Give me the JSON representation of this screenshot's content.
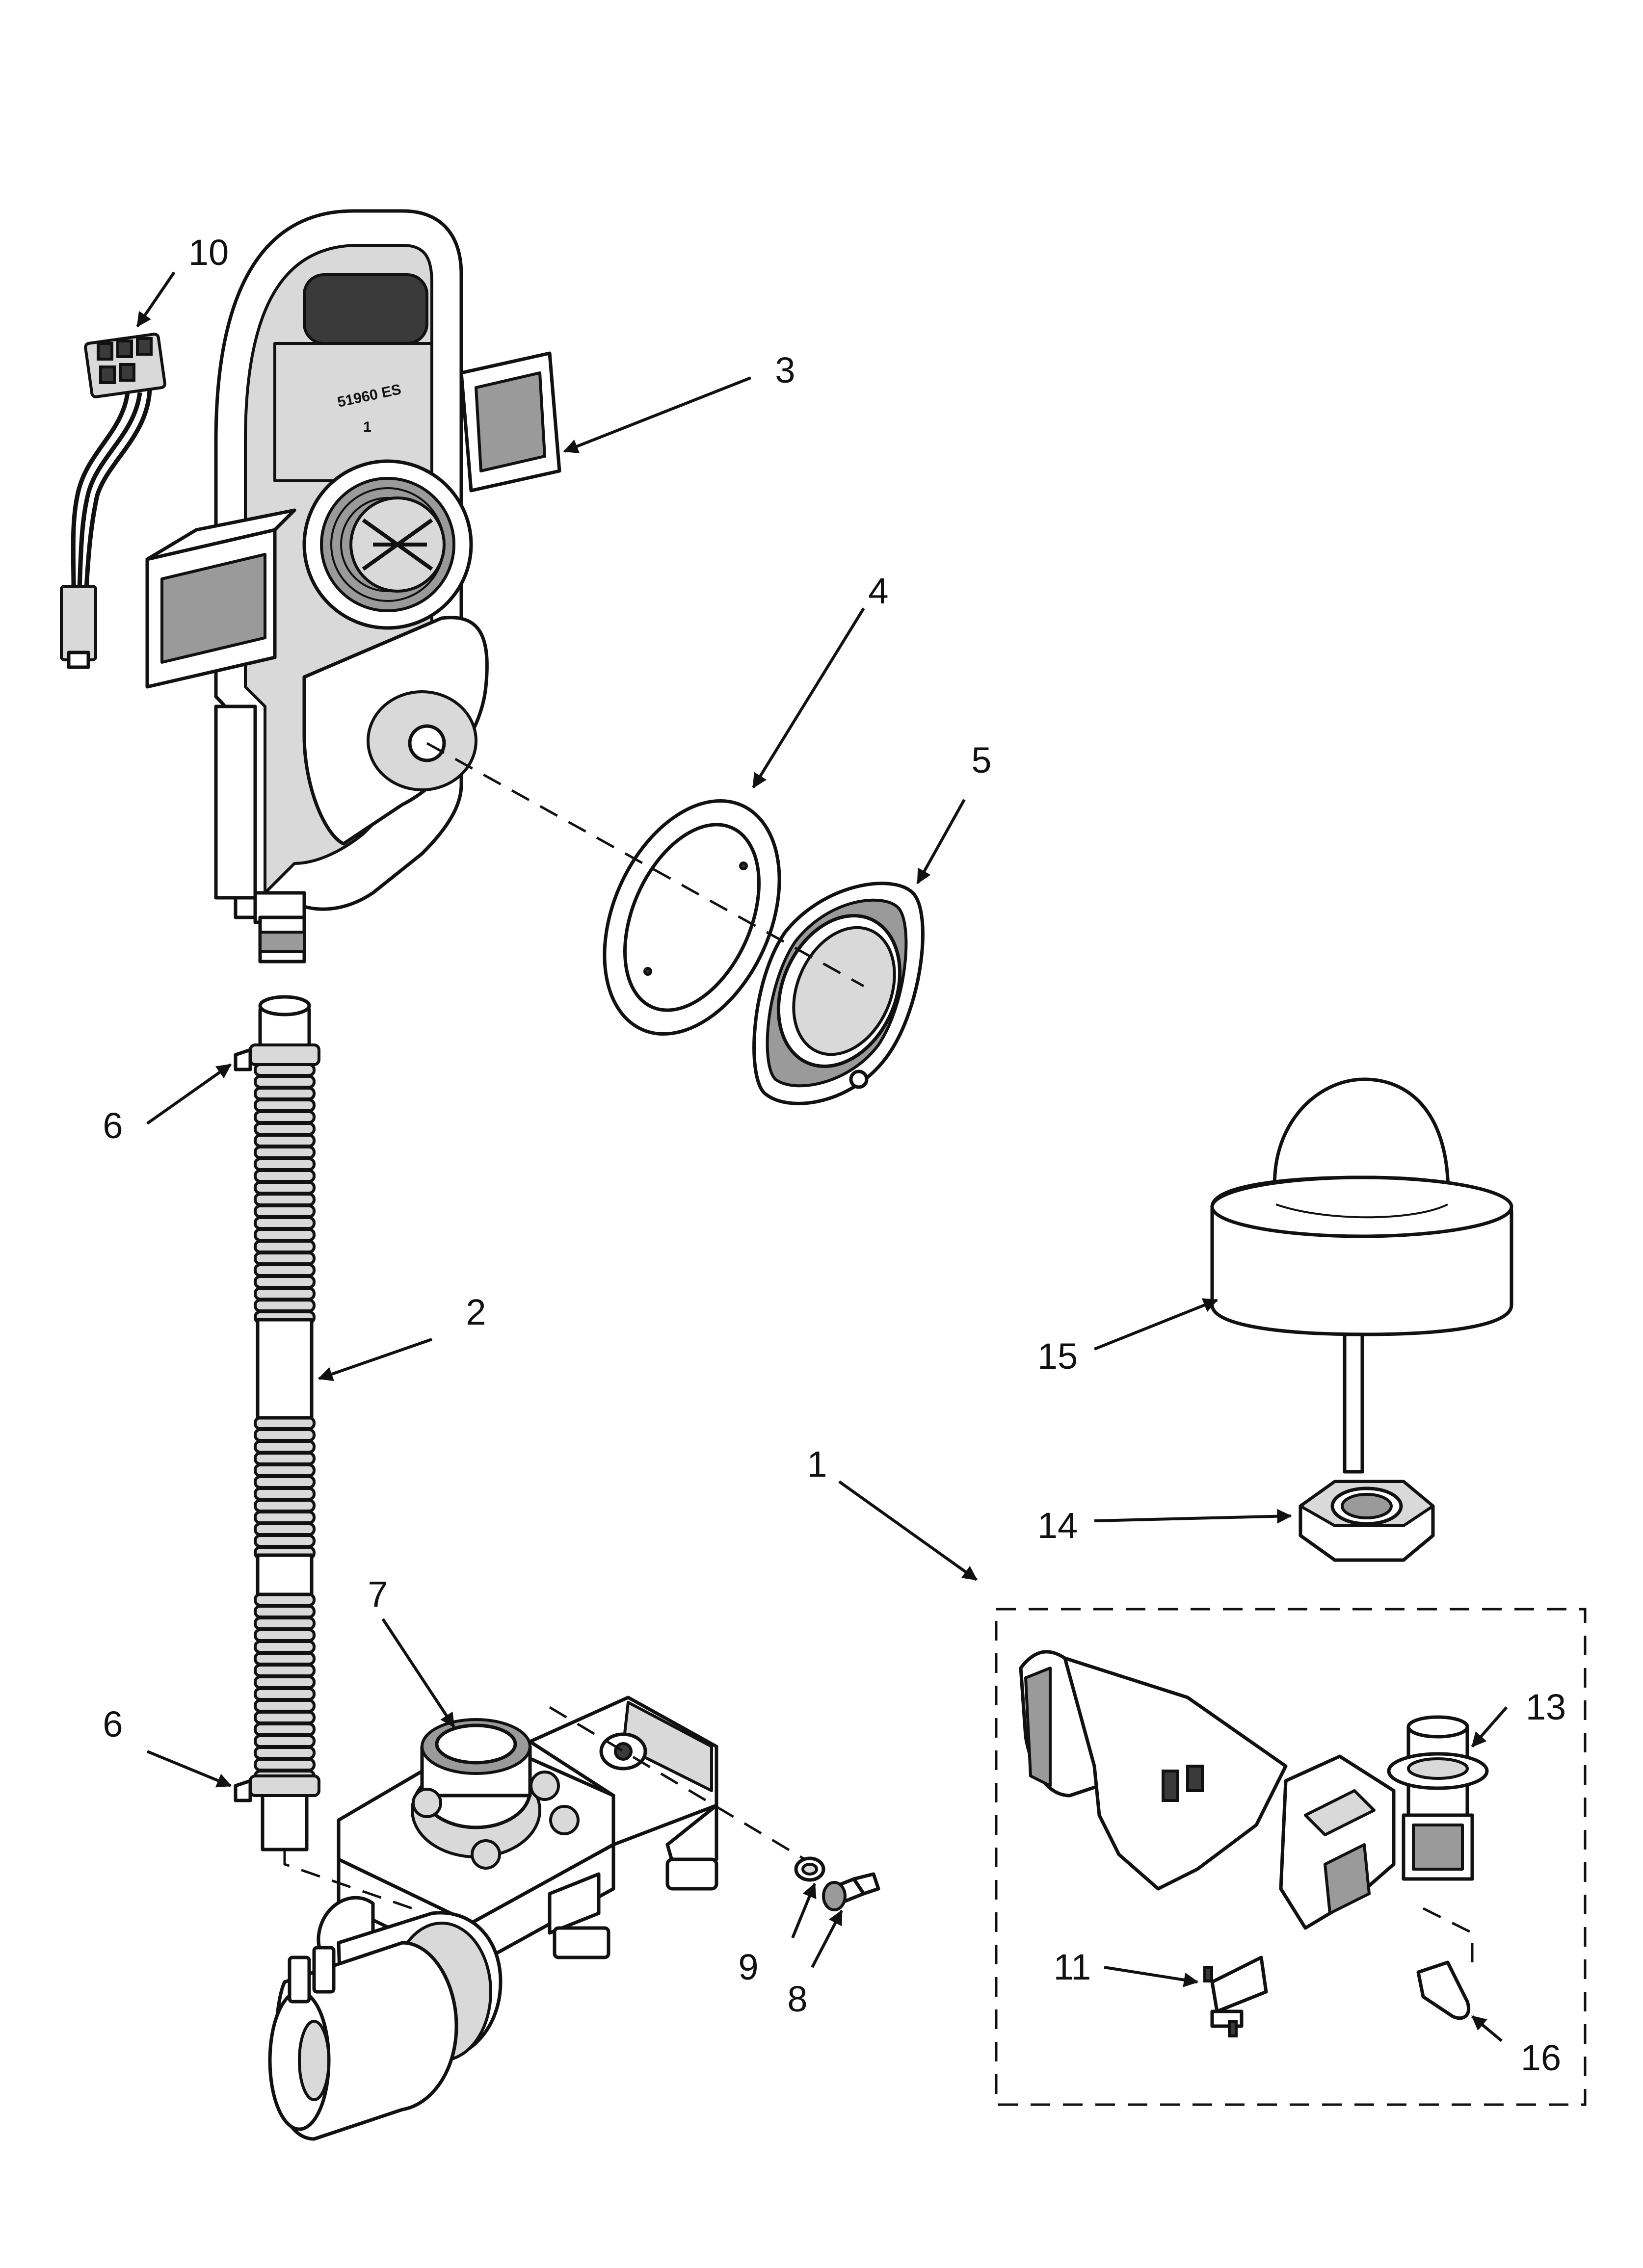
{
  "callouts": [
    "1",
    "2",
    "3",
    "4",
    "5",
    "6",
    "6",
    "7",
    "8",
    "9",
    "10",
    "11",
    "13",
    "14",
    "15",
    "16"
  ],
  "part_stamp": {
    "line1": "51960 ES",
    "line2": "1"
  }
}
